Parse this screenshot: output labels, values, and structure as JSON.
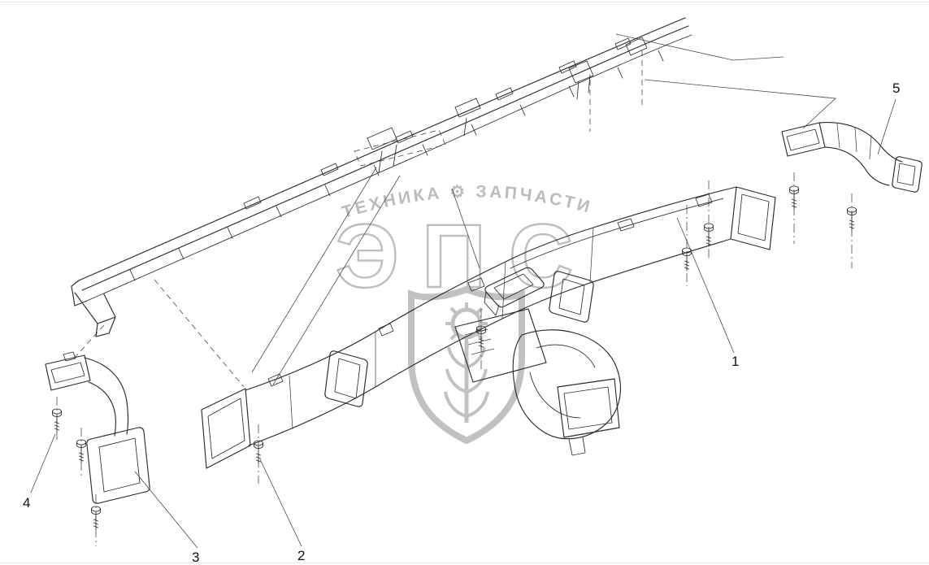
{
  "canvas": {
    "background": "#ffffff",
    "line_color": "#2b2b2b",
    "watermark_color": "#b7b7b7"
  },
  "watermark": {
    "arc_text": "ТЕХНИКА ⚙ ЗАПЧАСТИ",
    "brand_text": "ЭПС"
  },
  "callouts": [
    {
      "label": "1"
    },
    {
      "label": "2"
    },
    {
      "label": "3"
    },
    {
      "label": "4"
    },
    {
      "label": "5"
    }
  ]
}
